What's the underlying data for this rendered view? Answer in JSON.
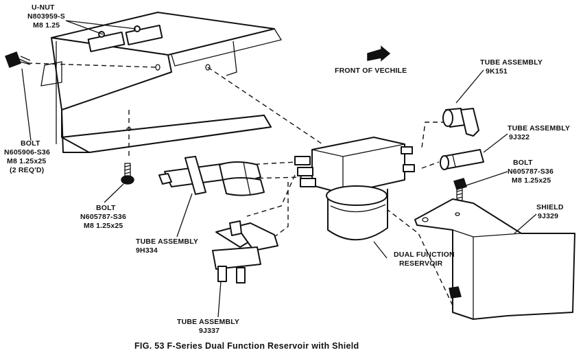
{
  "labels": {
    "u_nut": [
      "U-NUT",
      "N803959-S",
      "M8 1.25"
    ],
    "bolt_left": [
      "BOLT",
      "N605906-S36",
      "M8 1.25x25",
      "(2 REQ'D)"
    ],
    "bolt_mid": [
      "BOLT",
      "N605787-S36",
      "M8 1.25x25"
    ],
    "front": [
      "FRONT OF VECHILE"
    ],
    "tube_9k151": [
      "TUBE ASSEMBLY",
      "9K151"
    ],
    "tube_9j322": [
      "TUBE ASSEMBLY",
      "9J322"
    ],
    "bolt_right": [
      "BOLT",
      "N605787-S36",
      "M8 1.25x25"
    ],
    "shield": [
      "SHIELD",
      "9J329"
    ],
    "reservoir": [
      "DUAL FUNCTION",
      "RESERVOIR"
    ],
    "tube_9h334": [
      "TUBE ASSEMBLY",
      "9H334"
    ],
    "tube_9j337": [
      "TUBE ASSEMBLY",
      "9J337"
    ]
  },
  "caption": "FIG. 53 F-Series Dual Function Reservoir with Shield"
}
